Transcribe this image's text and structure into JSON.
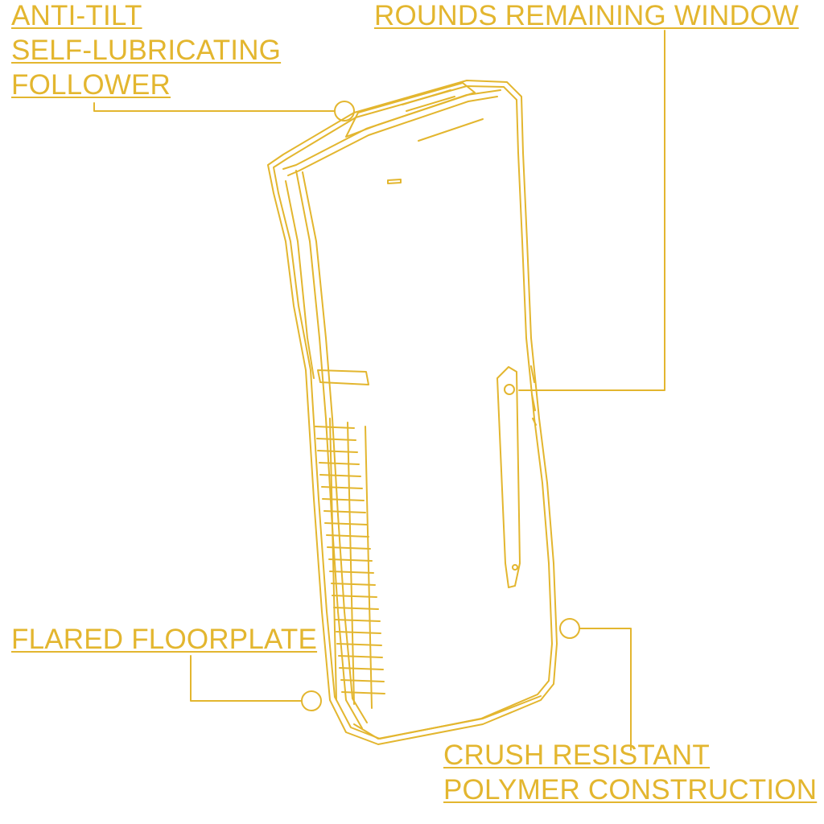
{
  "callouts": {
    "follower": {
      "lines": [
        "ANTI-TILT",
        "SELF-LUBRICATING",
        "FOLLOWER"
      ]
    },
    "window": {
      "lines": [
        "ROUNDS REMAINING WINDOW"
      ]
    },
    "floorplate": {
      "lines": [
        "FLARED FLOORPLATE"
      ]
    },
    "polymer": {
      "lines": [
        "CRUSH RESISTANT",
        "POLYMER CONSTRUCTION"
      ]
    }
  },
  "colors": {
    "accent": "#e3b62f",
    "background": "#ffffff"
  },
  "illustration": {
    "subject": "magazine-outline"
  }
}
